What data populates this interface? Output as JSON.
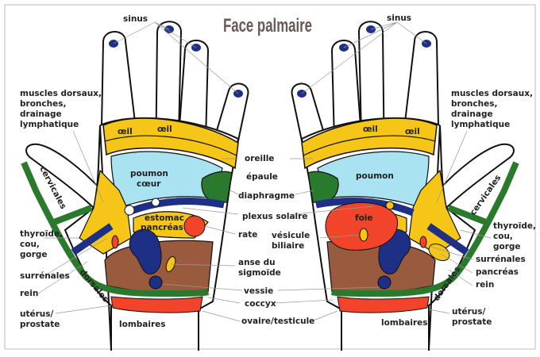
{
  "title": "Face palmaire",
  "colors": {
    "yellow": "#f5c518",
    "lightblue": "#a9e3f2",
    "green": "#2a7a2e",
    "blue": "#1e2f86",
    "brown": "#9a5a3e",
    "red": "#f2442a"
  },
  "left": {
    "sinus": "sinus",
    "muscles": [
      "muscles dorsaux,",
      "bronches,",
      "drainage",
      "lymphatique"
    ],
    "oeil1": "œil",
    "oeil2": "œil",
    "poumon": "poumon",
    "coeur": "cœur",
    "estomac": "estomac",
    "pancreas": "pancréas",
    "cervicales": "cervicales",
    "thyroide": [
      "thyroïde,",
      "cou,",
      "gorge"
    ],
    "surrenales": "surrénales",
    "rein": "rein",
    "dorsales": "dorsales",
    "uterus": [
      "utérus/",
      "prostate"
    ],
    "lombaires": "lombaires"
  },
  "center": {
    "oreille": "oreille",
    "epaule": "épaule",
    "diaphragme": "diaphragme",
    "plexus": "plexus solaire",
    "rate": "rate",
    "anse": [
      "anse du",
      "sigmoïde"
    ],
    "vessie": "vessie",
    "coccyx": "coccyx",
    "ovaire": "ovaire/testicule"
  },
  "right": {
    "sinus": "sinus",
    "muscles": [
      "muscles dorsaux,",
      "bronches,",
      "drainage",
      "lymphatique"
    ],
    "oeil1": "œil",
    "oeil2": "œil",
    "poumon": "poumon",
    "foie": "foie",
    "vesicule": [
      "vésicule",
      "biliaire"
    ],
    "cervicales": "cervicales",
    "thyroide": [
      "thyroïde,",
      "cou,",
      "gorge"
    ],
    "surrenales": "surrénales",
    "pancreas": "pancréas",
    "rein": "rein",
    "dorsales": "dorsales",
    "uterus": [
      "utérus/",
      "prostate"
    ],
    "lombaires": "lombaires"
  }
}
